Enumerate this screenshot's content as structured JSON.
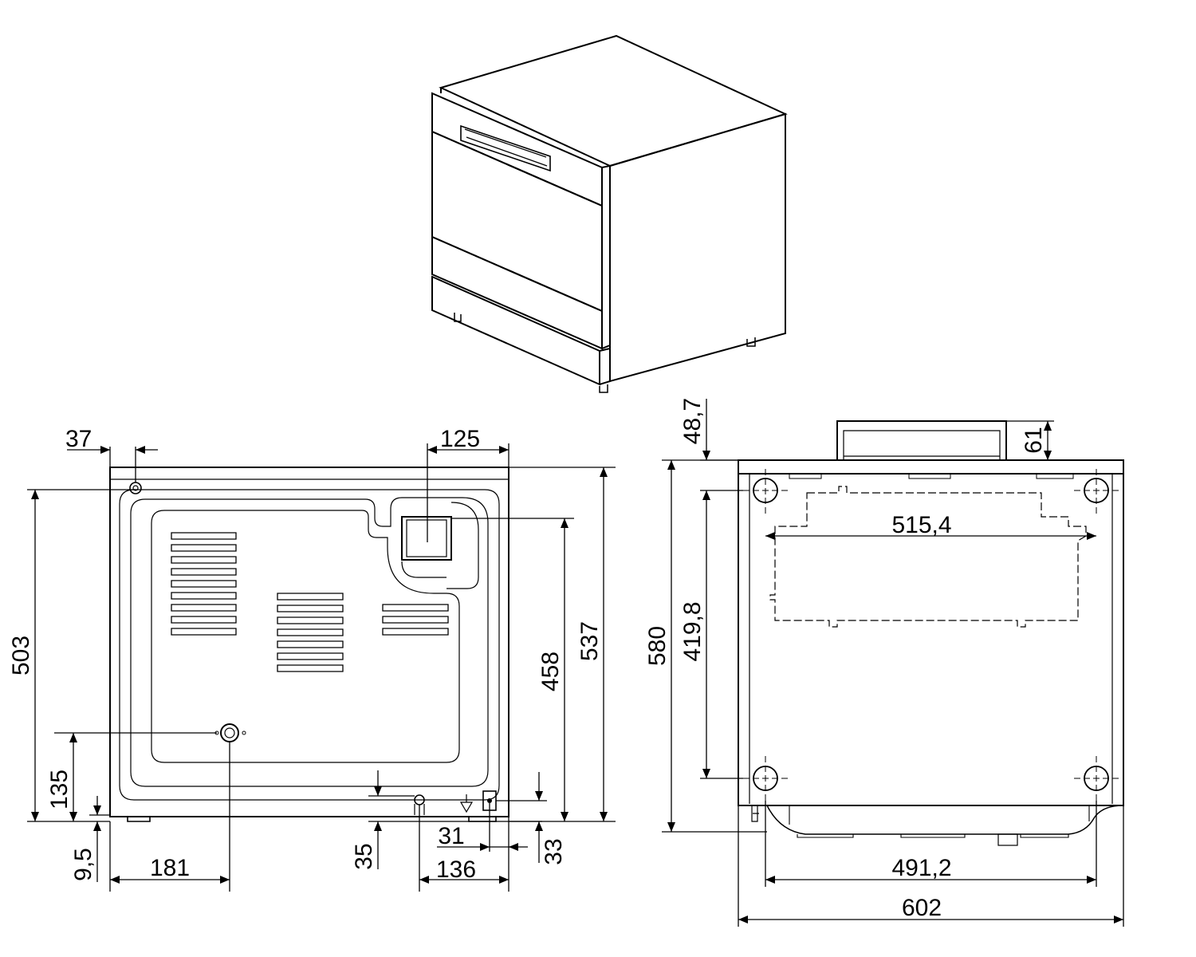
{
  "colors": {
    "line": "#000000",
    "background": "#ffffff"
  },
  "back_view": {
    "dims": {
      "d37": "37",
      "d125": "125",
      "d503": "503",
      "d537": "537",
      "d458": "458",
      "d135": "135",
      "d9_5": "9,5",
      "d181": "181",
      "d35": "35",
      "d31": "31",
      "d136": "136",
      "d33": "33"
    }
  },
  "side_view": {
    "dims": {
      "d48_7": "48,7",
      "d61": "61",
      "d580": "580",
      "d419_8": "419,8",
      "d515_4": "515,4",
      "d491_2": "491,2",
      "d602": "602"
    }
  }
}
